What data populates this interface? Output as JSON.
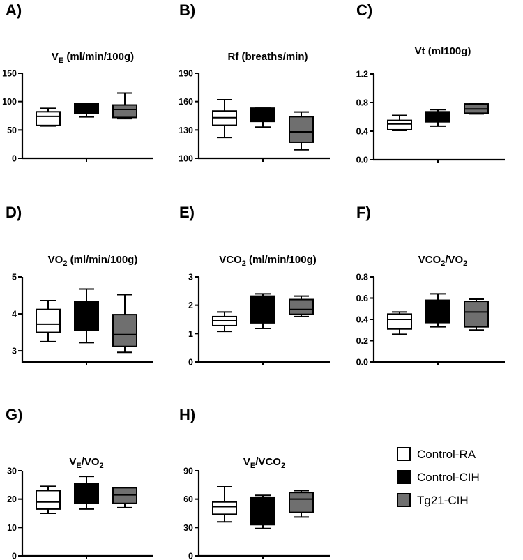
{
  "colors": {
    "Control-RA": "#ffffff",
    "Control-CIH": "#000000",
    "Tg21-CIH": "#6f6f6f",
    "axis": "#000000"
  },
  "legend": [
    {
      "name": "Control-RA",
      "color": "#ffffff"
    },
    {
      "name": "Control-CIH",
      "color": "#000000"
    },
    {
      "name": "Tg21-CIH",
      "color": "#6f6f6f"
    }
  ],
  "chart_data": [
    {
      "panel": "A)",
      "type": "box",
      "title": "V",
      "title_sub": "E",
      "title_rest": " (ml/min/100g)",
      "ylim": [
        0,
        150
      ],
      "yticks": [
        0,
        50,
        100,
        150
      ],
      "tick_labels": [
        "0",
        "50",
        "100",
        "150"
      ],
      "series": [
        {
          "name": "Control-RA",
          "min": 57,
          "q1": 58,
          "median": 74,
          "q3": 82,
          "max": 88
        },
        {
          "name": "Control-CIH",
          "min": 73,
          "q1": 79,
          "median": 88,
          "q3": 97,
          "max": 97
        },
        {
          "name": "Tg21-CIH",
          "min": 70,
          "q1": 72,
          "median": 86,
          "q3": 94,
          "max": 115
        }
      ]
    },
    {
      "panel": "B)",
      "type": "box",
      "title": "Rf (breaths/min)",
      "title_sub": "",
      "title_rest": "",
      "ylim": [
        100,
        190
      ],
      "yticks": [
        100,
        130,
        160,
        190
      ],
      "tick_labels": [
        "100",
        "130",
        "160",
        "190"
      ],
      "series": [
        {
          "name": "Control-RA",
          "min": 122,
          "q1": 135,
          "median": 143,
          "q3": 150,
          "max": 162
        },
        {
          "name": "Control-CIH",
          "min": 133,
          "q1": 139,
          "median": 146,
          "q3": 153,
          "max": 153
        },
        {
          "name": "Tg21-CIH",
          "min": 109,
          "q1": 117,
          "median": 128,
          "q3": 144,
          "max": 149
        }
      ]
    },
    {
      "panel": "C)",
      "type": "box",
      "title": "Vt (ml100g)",
      "title_sub": "",
      "title_rest": "",
      "ylim": [
        0,
        1.2
      ],
      "yticks": [
        0,
        0.4,
        0.8,
        1.2
      ],
      "tick_labels": [
        "0.0",
        "0.4",
        "0.8",
        "1.2"
      ],
      "series": [
        {
          "name": "Control-RA",
          "min": 0.41,
          "q1": 0.42,
          "median": 0.5,
          "q3": 0.55,
          "max": 0.62
        },
        {
          "name": "Control-CIH",
          "min": 0.47,
          "q1": 0.53,
          "median": 0.6,
          "q3": 0.67,
          "max": 0.7
        },
        {
          "name": "Tg21-CIH",
          "min": 0.64,
          "q1": 0.65,
          "median": 0.71,
          "q3": 0.78,
          "max": 0.78
        }
      ]
    },
    {
      "panel": "D)",
      "type": "box",
      "title": "VO",
      "title_sub": "2",
      "title_rest": " (ml/min/100g)",
      "ylim": [
        2.7,
        5
      ],
      "yticks": [
        3,
        4,
        5
      ],
      "tick_labels": [
        "3",
        "4",
        "5"
      ],
      "series": [
        {
          "name": "Control-RA",
          "min": 3.25,
          "q1": 3.5,
          "median": 3.72,
          "q3": 4.12,
          "max": 4.36
        },
        {
          "name": "Control-CIH",
          "min": 3.22,
          "q1": 3.55,
          "median": 3.95,
          "q3": 4.33,
          "max": 4.67
        },
        {
          "name": "Tg21-CIH",
          "min": 2.96,
          "q1": 3.12,
          "median": 3.44,
          "q3": 3.98,
          "max": 4.52
        }
      ]
    },
    {
      "panel": "E)",
      "type": "box",
      "title": "VCO",
      "title_sub": "2",
      "title_rest": " (ml/min/100g)",
      "ylim": [
        0,
        3
      ],
      "yticks": [
        0,
        1,
        2,
        3
      ],
      "tick_labels": [
        "0",
        "1",
        "2",
        "3"
      ],
      "series": [
        {
          "name": "Control-RA",
          "min": 1.08,
          "q1": 1.28,
          "median": 1.45,
          "q3": 1.6,
          "max": 1.76
        },
        {
          "name": "Control-CIH",
          "min": 1.18,
          "q1": 1.38,
          "median": 1.78,
          "q3": 2.32,
          "max": 2.4
        },
        {
          "name": "Tg21-CIH",
          "min": 1.6,
          "q1": 1.68,
          "median": 1.85,
          "q3": 2.2,
          "max": 2.32
        }
      ]
    },
    {
      "panel": "F)",
      "type": "box",
      "title": "VCO",
      "title_sub": "2",
      "title_rest": "/VO",
      "title_sub2": "2",
      "ylim": [
        0,
        0.8
      ],
      "yticks": [
        0,
        0.2,
        0.4,
        0.6,
        0.8
      ],
      "tick_labels": [
        "0.0",
        "0.2",
        "0.4",
        "0.6",
        "0.8"
      ],
      "series": [
        {
          "name": "Control-RA",
          "min": 0.26,
          "q1": 0.31,
          "median": 0.4,
          "q3": 0.45,
          "max": 0.47
        },
        {
          "name": "Control-CIH",
          "min": 0.33,
          "q1": 0.37,
          "median": 0.45,
          "q3": 0.58,
          "max": 0.64
        },
        {
          "name": "Tg21-CIH",
          "min": 0.3,
          "q1": 0.33,
          "median": 0.47,
          "q3": 0.57,
          "max": 0.59
        }
      ]
    },
    {
      "panel": "G)",
      "type": "box",
      "title": "V",
      "title_sub": "E",
      "title_rest": "/VO",
      "title_sub2": "2",
      "ylim": [
        0,
        30
      ],
      "yticks": [
        0,
        10,
        20,
        30
      ],
      "tick_labels": [
        "0",
        "10",
        "20",
        "30"
      ],
      "series": [
        {
          "name": "Control-RA",
          "min": 15,
          "q1": 16.5,
          "median": 19,
          "q3": 23,
          "max": 24.5
        },
        {
          "name": "Control-CIH",
          "min": 16.5,
          "q1": 18.5,
          "median": 21.5,
          "q3": 25.5,
          "max": 28
        },
        {
          "name": "Tg21-CIH",
          "min": 17,
          "q1": 18.5,
          "median": 21.5,
          "q3": 24,
          "max": 24
        }
      ]
    },
    {
      "panel": "H)",
      "type": "box",
      "title": "V",
      "title_sub": "E",
      "title_rest": "/VCO",
      "title_sub2": "2",
      "ylim": [
        0,
        90
      ],
      "yticks": [
        0,
        30,
        60,
        90
      ],
      "tick_labels": [
        "0",
        "30",
        "60",
        "90"
      ],
      "series": [
        {
          "name": "Control-RA",
          "min": 36,
          "q1": 44,
          "median": 52,
          "q3": 57,
          "max": 73
        },
        {
          "name": "Control-CIH",
          "min": 29,
          "q1": 33,
          "median": 48,
          "q3": 62,
          "max": 64
        },
        {
          "name": "Tg21-CIH",
          "min": 41,
          "q1": 46,
          "median": 60,
          "q3": 67,
          "max": 69
        }
      ]
    }
  ]
}
